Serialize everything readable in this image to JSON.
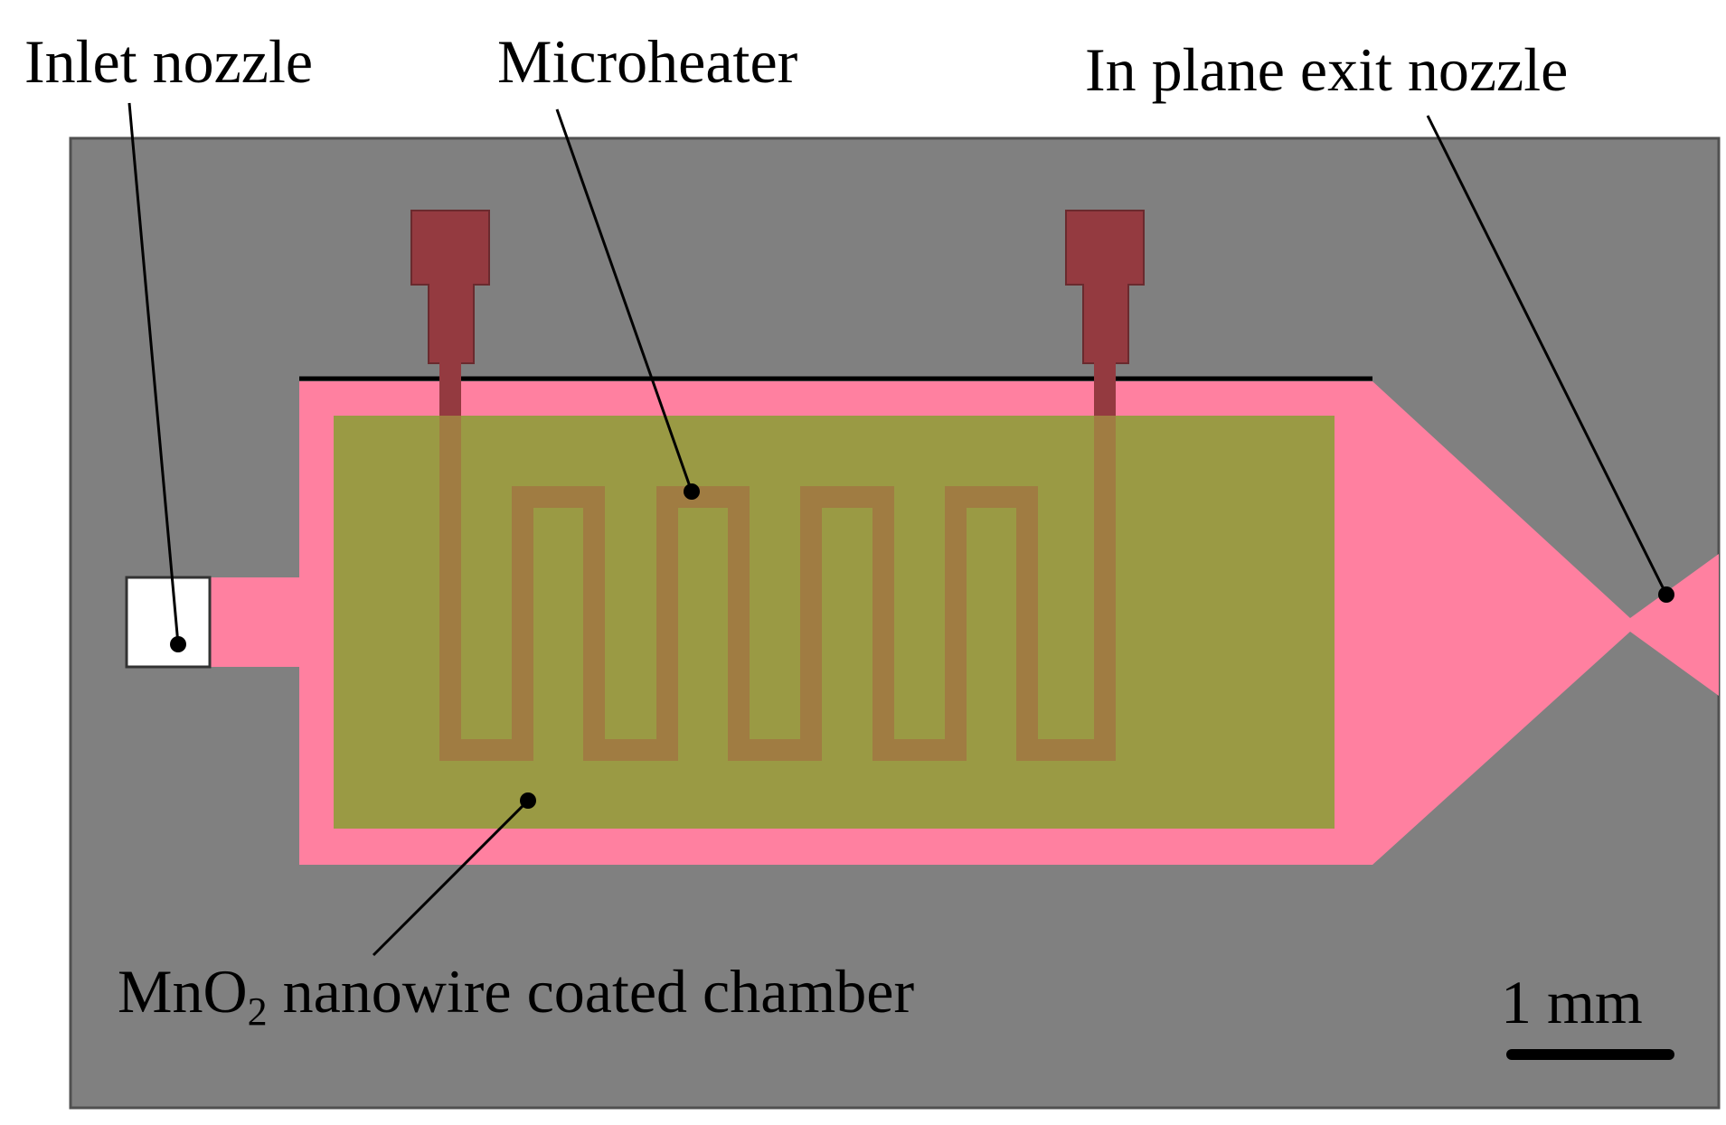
{
  "labels": {
    "inlet_nozzle": "Inlet nozzle",
    "microheater": "Microheater",
    "exit_nozzle": "In plane exit nozzle",
    "chamber_prefix": "MnO",
    "chamber_subscript": "2",
    "chamber_suffix": " nanowire coated chamber",
    "scale_bar": "1 mm"
  },
  "colors": {
    "substrate": "#808080",
    "channel": "#ff80a0",
    "nanowire_coating": "#9a9a44",
    "heater_pad": "#943a40",
    "heater_trace": "#a07c42",
    "inlet_port": "#ffffff",
    "annotation": "#000000"
  }
}
